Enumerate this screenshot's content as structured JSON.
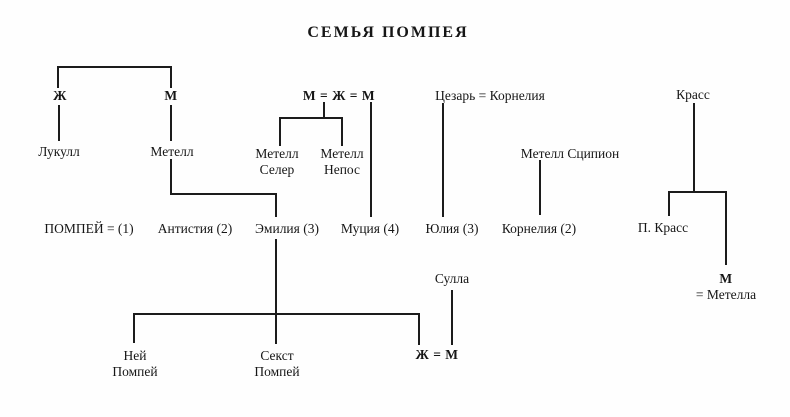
{
  "title": "СЕМЬЯ ПОМПЕЯ",
  "markers": {
    "left_wife": "Ж",
    "left_husband": "М",
    "triple_marriage": "М = Ж = М",
    "sulla_marriage": "Ж = М",
    "metella_husband": "М",
    "metella": "= Метелла"
  },
  "people": {
    "lukull": "Лукулл",
    "metell": "Метелл",
    "metell_seler_l1": "Метелл",
    "metell_seler_l2": "Селер",
    "metell_nepos_l1": "Метелл",
    "metell_nepos_l2": "Непос",
    "caesar_cornelia": "Цезарь = Корнелия",
    "metell_scipion": "Метелл Сципион",
    "krass": "Красс",
    "p_krass": "П. Красс",
    "sulla": "Сулла",
    "ney_l1": "Ней",
    "ney_l2": "Помпей",
    "sekst_l1": "Секст",
    "sekst_l2": "Помпей"
  },
  "pompey_row": {
    "pompey": "ПОМПЕЙ = (1)",
    "antistia": "Антистия (2)",
    "emilia": "Эмилия (3)",
    "mucia": "Муция (4)",
    "julia": "Юлия (3)",
    "cornelia": "Корнелия (2)"
  }
}
